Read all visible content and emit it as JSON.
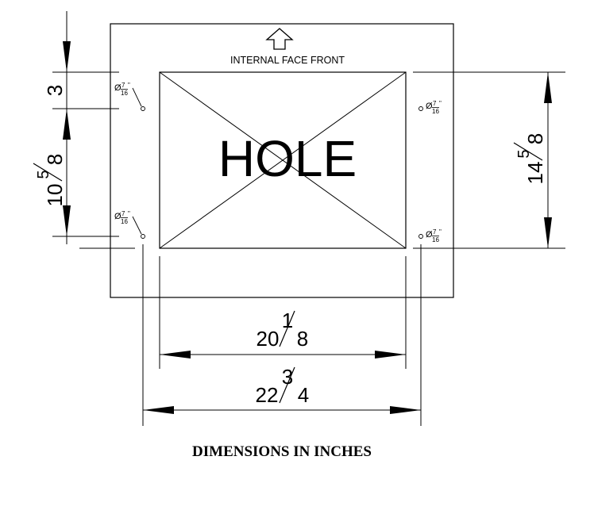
{
  "drawing": {
    "orientation_label": "INTERNAL FACE FRONT",
    "hole_label": "HOLE",
    "footer_note": "DIMENSIONS IN INCHES",
    "hole_callout": {
      "symbol": "Ø",
      "numerator": "7",
      "denominator": "16",
      "unit": "\""
    }
  },
  "dimensions": {
    "top_offset": {
      "value": "3"
    },
    "bolt_spacing_vertical": {
      "whole": "10",
      "numerator": "5",
      "denominator": "8"
    },
    "opening_height": {
      "whole": "14",
      "numerator": "5",
      "denominator": "8"
    },
    "opening_width": {
      "whole": "20",
      "numerator": "1",
      "denominator": "8"
    },
    "bolt_spacing_horizontal": {
      "whole": "22",
      "numerator": "3",
      "denominator": "4"
    }
  }
}
